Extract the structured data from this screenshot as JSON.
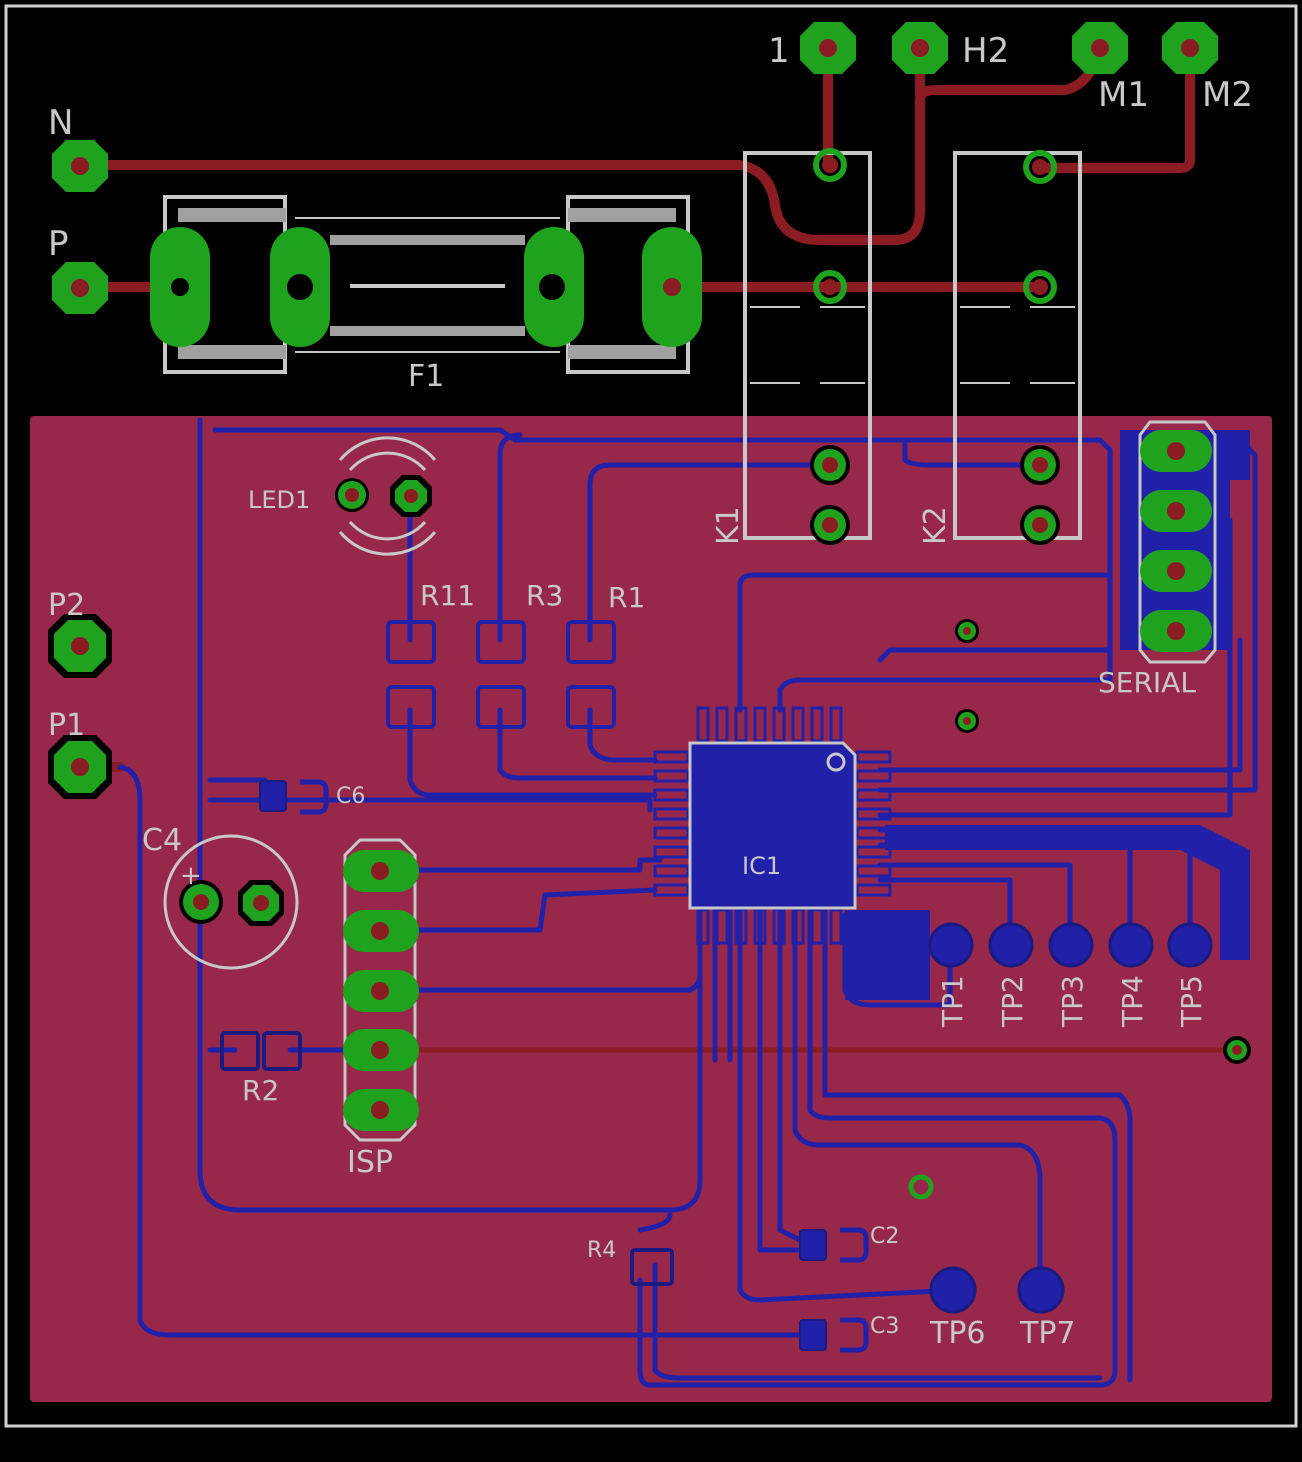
{
  "labels": {
    "n": "N",
    "p": "P",
    "f1": "F1",
    "h1": "1",
    "h2": "H2",
    "m1": "M1",
    "m2": "M2",
    "k1": "K1",
    "k2": "K2",
    "led1": "LED1",
    "r11": "R11",
    "r3": "R3",
    "r1": "R1",
    "serial": "SERIAL",
    "p2": "P2",
    "p1": "P1",
    "c6": "C6",
    "c4": "C4",
    "c4_plus": "+",
    "ic1": "IC1",
    "tp1": "TP1",
    "tp2": "TP2",
    "tp3": "TP3",
    "tp4": "TP4",
    "tp5": "TP5",
    "r2": "R2",
    "isp": "ISP",
    "r4": "R4",
    "c2": "C2",
    "c3": "C3",
    "tp6": "TP6",
    "tp7": "TP7"
  },
  "colors": {
    "background": "#000000",
    "copper_pour": "#98284a",
    "top_trace": "#8b1c22",
    "bottom_trace": "#2020a8",
    "pad": "#1fa31f",
    "silkscreen": "#c8c8c8"
  }
}
